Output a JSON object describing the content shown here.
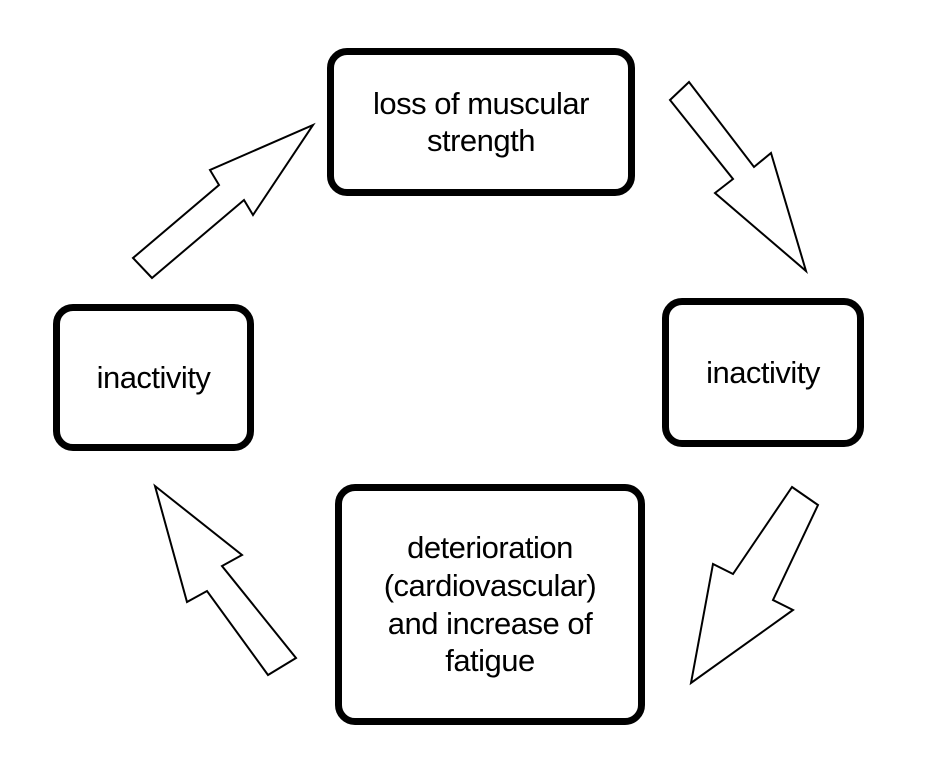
{
  "diagram": {
    "nodes": {
      "top": {
        "label": "loss of muscular strength"
      },
      "right": {
        "label": "inactivity"
      },
      "bottom": {
        "label": "deterioration (cardiovascular) and increase of fatigue"
      },
      "left": {
        "label": "inactivity"
      }
    },
    "edges": [
      {
        "from": "top",
        "to": "right"
      },
      {
        "from": "right",
        "to": "bottom"
      },
      {
        "from": "bottom",
        "to": "left"
      },
      {
        "from": "left",
        "to": "top"
      }
    ],
    "colors": {
      "stroke": "#000000",
      "fill": "#ffffff"
    }
  }
}
